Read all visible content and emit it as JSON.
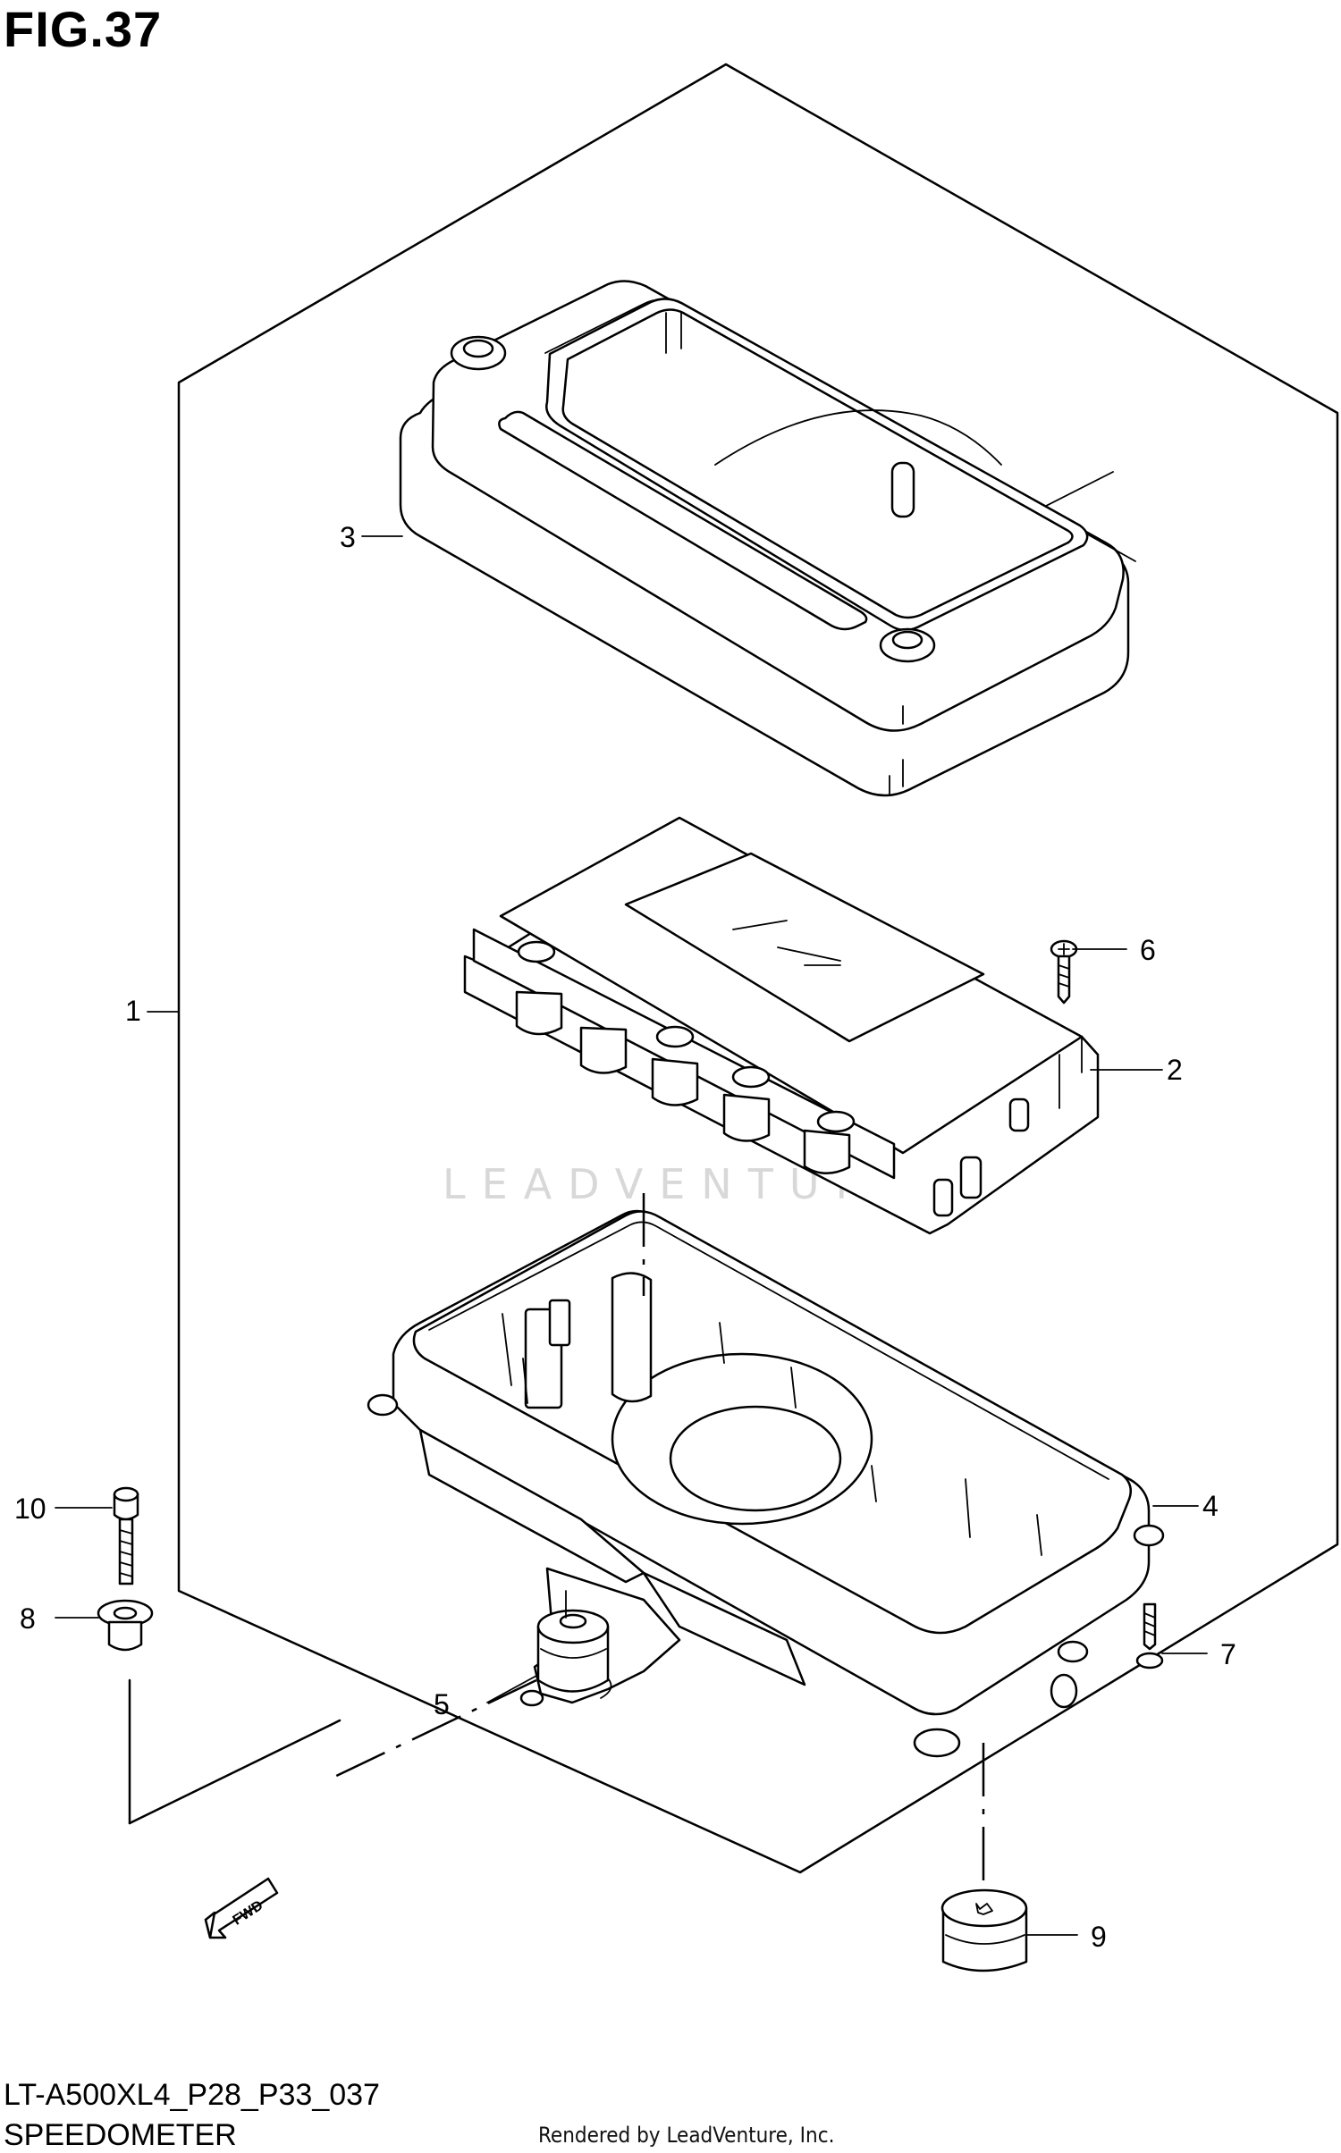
{
  "figure": {
    "title": "FIG.37"
  },
  "footer": {
    "model_code": "LT-A500XL4_P28_P33_037",
    "diagram_name": "SPEEDOMETER",
    "credit": "Rendered by LeadVenture, Inc."
  },
  "watermark": "LEADVENTURE",
  "fwd_arrow_label": "FWD",
  "callouts": [
    "1",
    "2",
    "3",
    "4",
    "5",
    "6",
    "7",
    "8",
    "9",
    "10"
  ]
}
